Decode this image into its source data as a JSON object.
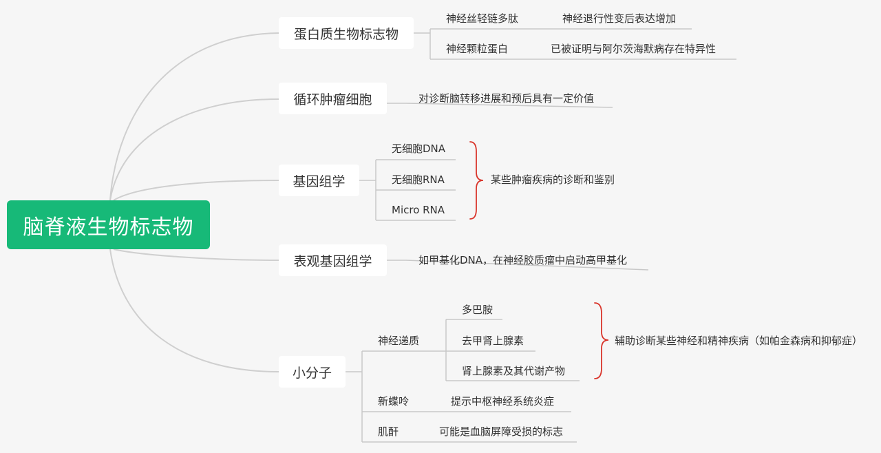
{
  "root": "脑脊液生物标志物",
  "branches": {
    "protein": {
      "title": "蛋白质生物标志物",
      "items": [
        {
          "name": "神经丝轻链多肽",
          "note": "神经退行性变后表达增加"
        },
        {
          "name": "神经颗粒蛋白",
          "note": "已被证明与阿尔茨海默病存在特异性"
        }
      ]
    },
    "ctc": {
      "title": "循环肿瘤细胞",
      "note": "对诊断脑转移进展和预后具有一定价值"
    },
    "genomics": {
      "title": "基因组学",
      "items": [
        "无细胞DNA",
        "无细胞RNA",
        "Micro RNA"
      ],
      "summary": "某些肿瘤疾病的诊断和鉴别"
    },
    "epigenomics": {
      "title": "表观基因组学",
      "note": "如甲基化DNA，在神经胶质瘤中启动高甲基化"
    },
    "small_molecule": {
      "title": "小分子",
      "neurotransmitter": {
        "name": "神经递质",
        "items": [
          "多巴胺",
          "去甲肾上腺素",
          "肾上腺素及其代谢产物"
        ],
        "summary": "辅助诊断某些神经和精神疾病（如帕金森病和抑郁症）"
      },
      "neopterin": {
        "name": "新蝶呤",
        "note": "提示中枢神经系统炎症"
      },
      "creatinine": {
        "name": "肌酐",
        "note": "可能是血脑屏障受损的标志"
      }
    }
  },
  "colors": {
    "root_fill": "#17b978",
    "bracket": "#d9352b",
    "line": "#c8c8c8"
  }
}
